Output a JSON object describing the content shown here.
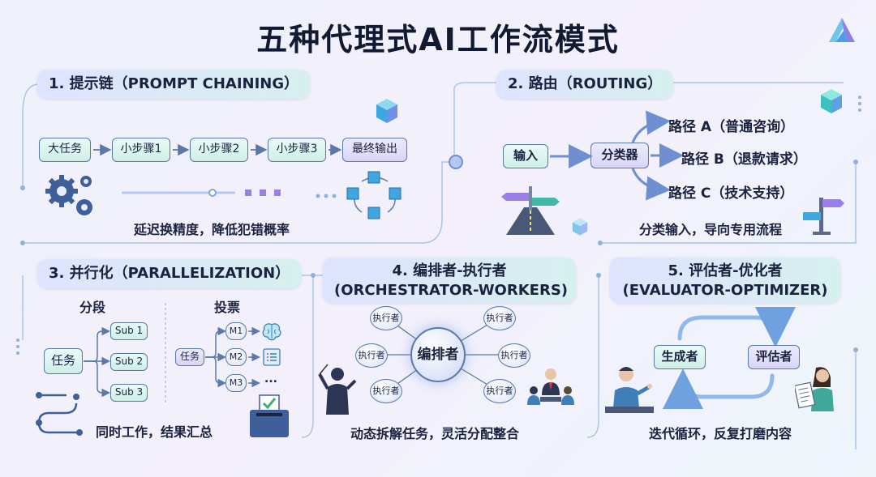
{
  "title": "五种代理式AI工作流模式",
  "s1": {
    "title": "1. 提示链（PROMPT CHAINING）",
    "steps": [
      "大任务",
      "小步骤1",
      "小步骤2",
      "小步骤3",
      "最终输出"
    ],
    "caption": "延迟换精度，降低犯错概率"
  },
  "s2": {
    "title": "2. 路由（ROUTING）",
    "input": "输入",
    "classifier": "分类器",
    "routes": [
      "路径 A（普通咨询）",
      "路径 B（退款请求）",
      "路径 C（技术支持）"
    ],
    "caption": "分类输入，导向专用流程"
  },
  "s3": {
    "title": "3. 并行化（PARALLELIZATION）",
    "seg_label": "分段",
    "vote_label": "投票",
    "task": "任务",
    "subs": [
      "Sub 1",
      "Sub 2",
      "Sub 3"
    ],
    "models": [
      "M1",
      "M2",
      "M3"
    ],
    "more": "...",
    "caption": "同时工作，结果汇总"
  },
  "s4": {
    "title_line1": "4. 编排者-执行者",
    "title_line2": "(ORCHESTRATOR-WORKERS)",
    "hub": "编排者",
    "worker": "执行者",
    "caption": "动态拆解任务，灵活分配整合"
  },
  "s5": {
    "title_line1": "5. 评估者-优化者",
    "title_line2": "(EVALUATOR-OPTIMIZER)",
    "generator": "生成者",
    "evaluator": "评估者",
    "caption": "迭代循环，反复打磨内容"
  },
  "colors": {
    "accent": "#5a78a8",
    "teal": "#cfeee8",
    "purple": "#d9d5f7",
    "circuit": "#8fb0e0"
  }
}
